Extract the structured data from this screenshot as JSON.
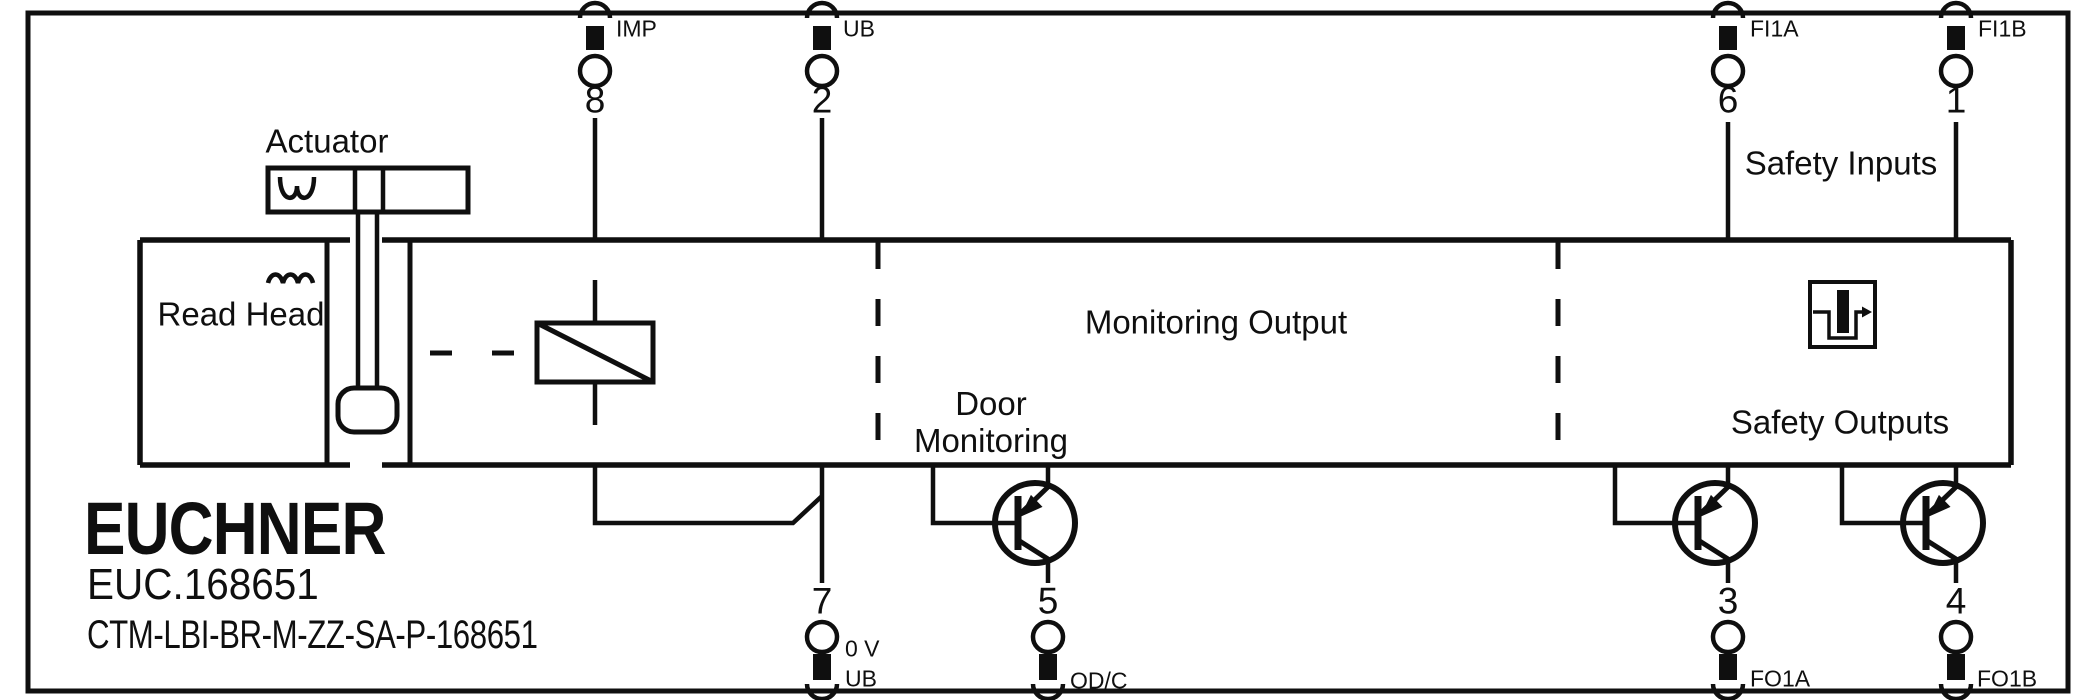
{
  "product": {
    "brand": "EUCHNER",
    "order_code": "EUC.168651",
    "type_code": "CTM-LBI-BR-M-ZZ-SA-P-168651"
  },
  "sections": {
    "actuator": "Actuator",
    "read_head": "Read Head",
    "monitoring_output": "Monitoring Output",
    "door_monitoring_line1": "Door",
    "door_monitoring_line2": "Monitoring",
    "safety_inputs": "Safety Inputs",
    "safety_outputs": "Safety Outputs"
  },
  "pins": {
    "top": [
      {
        "number": "8",
        "label": "IMP"
      },
      {
        "number": "2",
        "label": "UB"
      },
      {
        "number": "6",
        "label": "FI1A"
      },
      {
        "number": "1",
        "label": "FI1B"
      }
    ],
    "bottom": [
      {
        "number": "7",
        "label_line1": "0 V",
        "label_line2": "UB"
      },
      {
        "number": "5",
        "label": "OD/C"
      },
      {
        "number": "3",
        "label": "FO1A"
      },
      {
        "number": "4",
        "label": "FO1B"
      }
    ]
  },
  "icons": {
    "relay": "relay-coil-box",
    "transistor": "pnp-transistor",
    "connector": "plug-connector",
    "read_head_coil": "inductor-coil",
    "actuator_coil": "transponder-coil",
    "pulse_box": "guard-locking-pulse"
  },
  "colors": {
    "ink": "#0f0f0f",
    "background": "#ffffff"
  }
}
